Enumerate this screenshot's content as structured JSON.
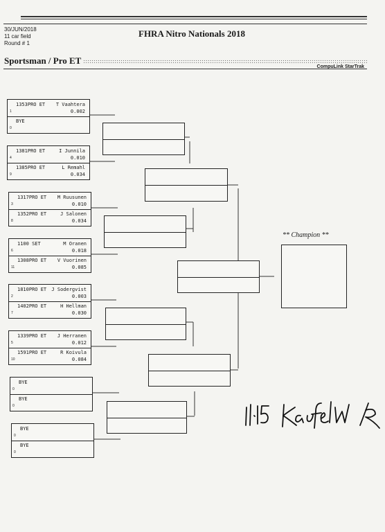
{
  "header": {
    "date": "30/JUN/2018",
    "field": "11 car field",
    "round": "Round # 1",
    "event_title": "FHRA Nitro Nationals 2018",
    "class_title": "Sportsman / Pro ET",
    "software": "CompuLink StarTrak"
  },
  "pairs": [
    {
      "top": {
        "entry": "1353PRO ET",
        "driver": "T Vaahtera",
        "seed": "1",
        "rt": "0.002"
      },
      "bottom": {
        "entry": "BYE",
        "driver": "",
        "seed": "0",
        "rt": ""
      }
    },
    {
      "top": {
        "entry": "1381PRO ET",
        "driver": "I Junnila",
        "seed": "4",
        "rt": "0.010"
      },
      "bottom": {
        "entry": "1385PRO ET",
        "driver": "L Remahl",
        "seed": "9",
        "rt": "0.034"
      }
    },
    {
      "top": {
        "entry": "1317PRO ET",
        "driver": "M Ruusunen",
        "seed": "3",
        "rt": "0.010"
      },
      "bottom": {
        "entry": "1352PRO ET",
        "driver": "J Salonen",
        "seed": "8",
        "rt": "0.034"
      }
    },
    {
      "top": {
        "entry": "1100   SET",
        "driver": "M Oranen",
        "seed": "6",
        "rt": "0.018"
      },
      "bottom": {
        "entry": "1308PRO ET",
        "driver": "V Vuorinen",
        "seed": "11",
        "rt": "0.085"
      }
    },
    {
      "top": {
        "entry": "1810PRO ET",
        "driver": "J Sodergvist",
        "seed": "2",
        "rt": "0.003"
      },
      "bottom": {
        "entry": "1402PRO ET",
        "driver": "H Hellman",
        "seed": "7",
        "rt": "0.030"
      }
    },
    {
      "top": {
        "entry": "1339PRO ET",
        "driver": "J Herranen",
        "seed": "5",
        "rt": "0.012"
      },
      "bottom": {
        "entry": "1591PRO ET",
        "driver": "R Koivula",
        "seed": "10",
        "rt": "0.084"
      }
    },
    {
      "top": {
        "entry": "BYE",
        "driver": "",
        "seed": "0",
        "rt": ""
      },
      "bottom": {
        "entry": "BYE",
        "driver": "",
        "seed": "0",
        "rt": ""
      }
    },
    {
      "top": {
        "entry": "BYE",
        "driver": "",
        "seed": "0",
        "rt": ""
      },
      "bottom": {
        "entry": "BYE",
        "driver": "",
        "seed": "0",
        "rt": ""
      }
    }
  ],
  "champion_label": "** Champion **",
  "signature": {
    "time": "11:15",
    "name": "Kaufel W"
  }
}
